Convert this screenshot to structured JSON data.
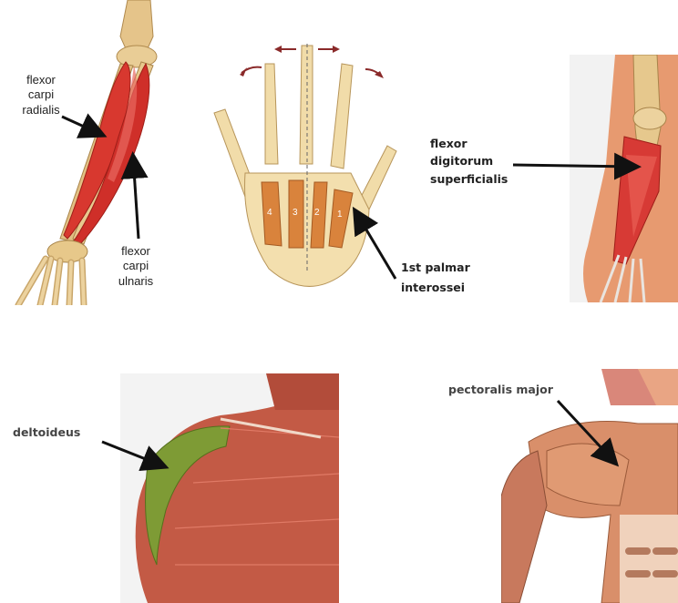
{
  "labels": {
    "flexor_carpi_radialis": [
      "flexor",
      "carpi",
      "radialis"
    ],
    "flexor_carpi_ulnaris": [
      "flexor",
      "carpi",
      "ulnaris"
    ],
    "palmar_interossei": [
      "1st palmar",
      "interossei"
    ],
    "flexor_digitorum_superficialis": [
      "flexor",
      "digitorum",
      "superficialis"
    ],
    "deltoideus": "deltoideus",
    "pectoralis_major": "pectoralis major"
  },
  "finger_numbers": [
    "4",
    "3",
    "2",
    "1"
  ],
  "colors": {
    "bone": "#e7c88a",
    "muscle_red": "#d8382f",
    "muscle_orange": "#d9833c",
    "muscle_brown": "#c8795d",
    "deltoid_green": "#7e9b35",
    "arrow": "#111111",
    "movement_arrow": "#8a2a2a"
  }
}
